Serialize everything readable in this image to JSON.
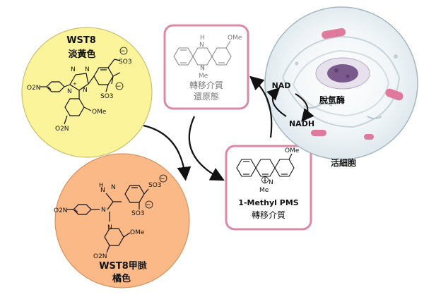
{
  "wst8": {
    "name": "WST8",
    "color_name": "淡黃色",
    "fill": "#fbf49a",
    "atoms": {
      "so3": "SO3",
      "no2": "O2N",
      "ome": "OMe",
      "n": "N",
      "plus": "+",
      "minus": "−",
      "sub3": "3",
      "sub2": "2"
    }
  },
  "formazan": {
    "name": "WST8甲𦟔",
    "color_name": "橘色",
    "fill": "#fbb987",
    "atoms": {
      "so3": "SO3",
      "no2": "O2N",
      "ome": "OMe",
      "n": "N",
      "h": "H",
      "minus": "−",
      "sub3": "3",
      "sub2": "2"
    }
  },
  "reduced_mediator": {
    "line1": "轉移介質",
    "line2": "還原態",
    "atoms": {
      "ome": "OMe",
      "me": "Me",
      "n": "N",
      "h": "H"
    },
    "border": "#d98aa6",
    "text_color": "#7b7b7b"
  },
  "oxidized_mediator": {
    "name": "1-Methyl PMS",
    "line2": "轉移介質",
    "atoms": {
      "ome": "OMe",
      "me": "Me",
      "n": "N",
      "plus": "+"
    },
    "border": "#d98aa6"
  },
  "cell": {
    "label": "活細胞",
    "nad": "NAD",
    "nadh": "NADH",
    "enzyme": "脫氫酶",
    "nucleus_color": "#7a5a8c",
    "mito_color": "#e07a9c"
  }
}
